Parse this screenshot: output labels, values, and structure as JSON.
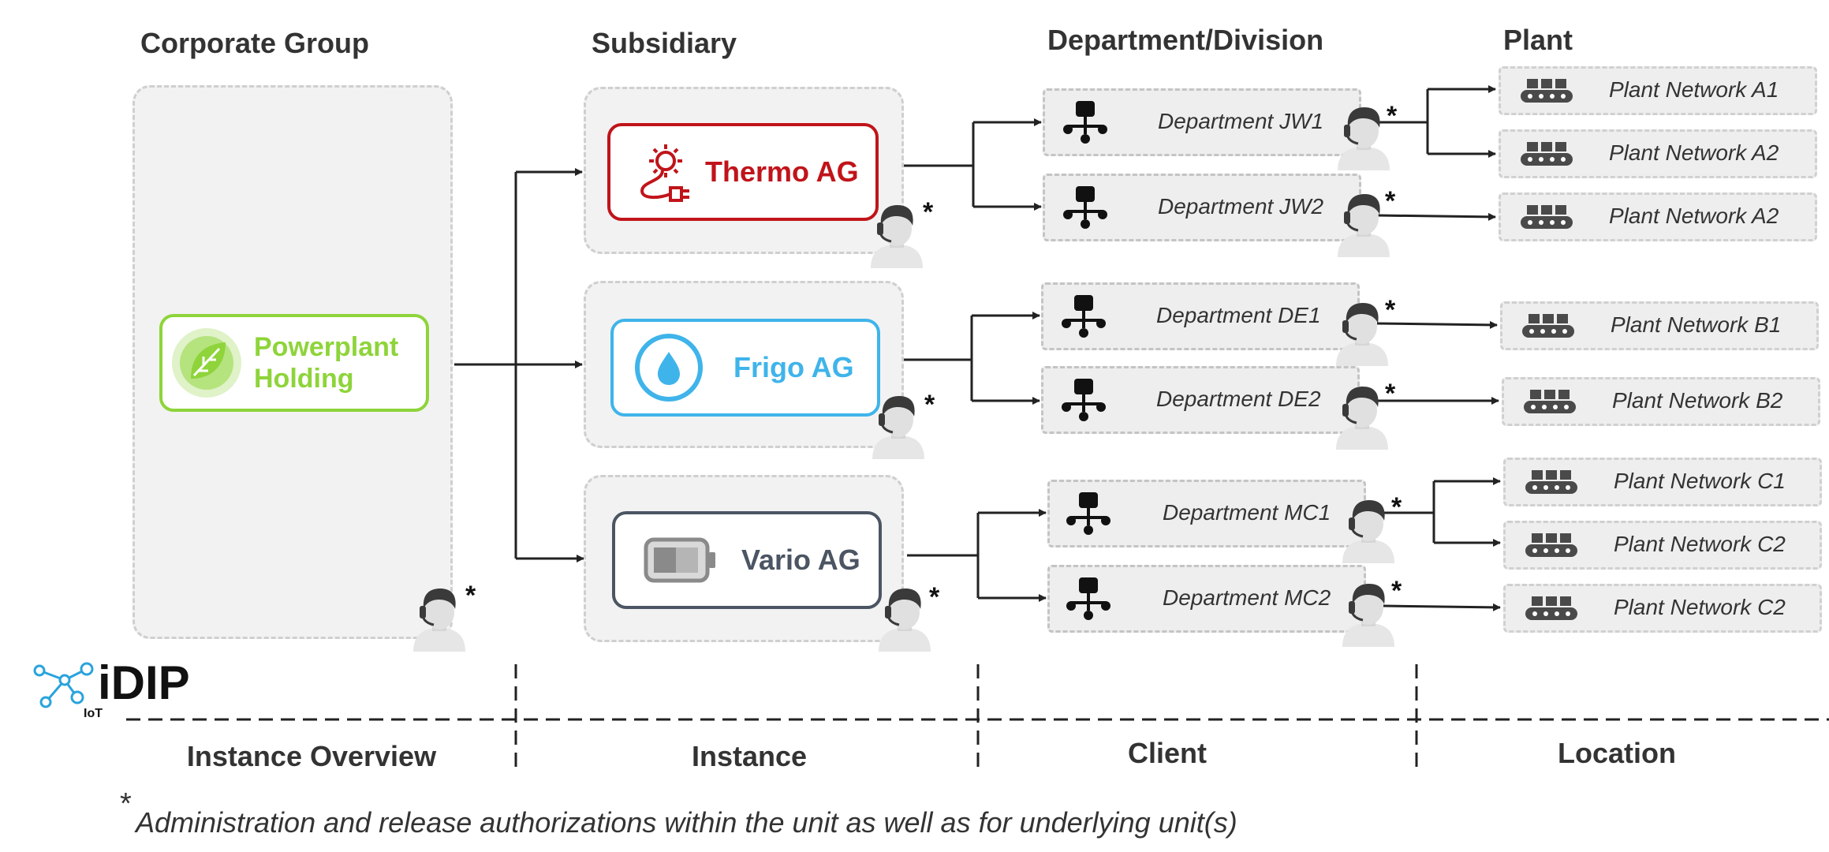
{
  "headers": {
    "corporate": "Corporate Group",
    "subsidiary": "Subsidiary",
    "department": "Department/Division",
    "plant": "Plant"
  },
  "corporate": {
    "name_line1": "Powerplant",
    "name_line2": "Holding",
    "color": "#8ed43a"
  },
  "subsidiaries": [
    {
      "name": "Thermo AG",
      "color": "#c0141a"
    },
    {
      "name": "Frigo AG",
      "color": "#3fb4ea"
    },
    {
      "name": "Vario AG",
      "color": "#4b5563"
    }
  ],
  "departments": [
    "Department JW1",
    "Department JW2",
    "Department DE1",
    "Department DE2",
    "Department MC1",
    "Department MC2"
  ],
  "plants": [
    "Plant Network A1",
    "Plant Network A2",
    "Plant Network A2",
    "Plant Network B1",
    "Plant Network B2",
    "Plant Network C1",
    "Plant Network C2",
    "Plant Network C2"
  ],
  "star": "*",
  "logo": {
    "text": "iDIP",
    "sub": "IoT",
    "color": "#2aa3dc"
  },
  "footer": {
    "instance_overview": "Instance Overview",
    "instance": "Instance",
    "client": "Client",
    "location": "Location"
  },
  "footnote": {
    "mark": "*",
    "text": "Administration and release authorizations within the unit as well as for underlying unit(s)"
  }
}
